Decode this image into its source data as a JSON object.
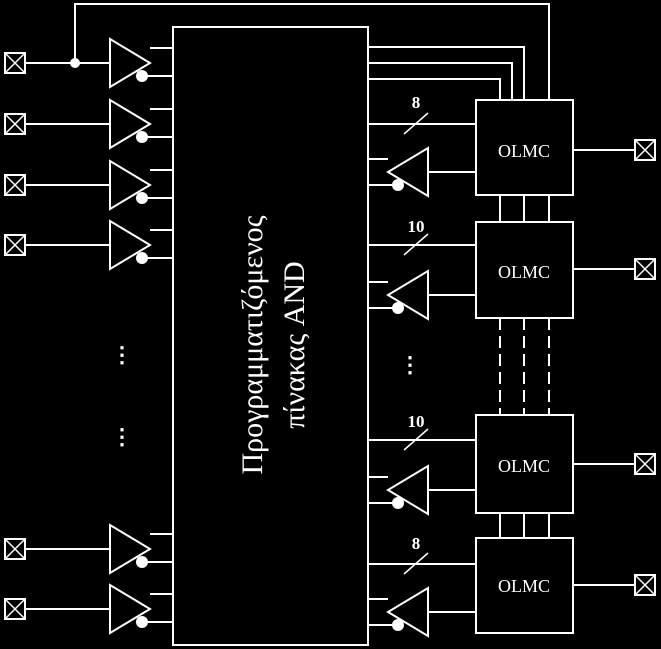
{
  "diagram": {
    "and_array_label_line1": "Προγραμματιζόμενος",
    "and_array_label_line2": "πίνακας AND",
    "olmc_labels": [
      "OLMC",
      "OLMC",
      "OLMC",
      "OLMC"
    ],
    "bus_widths": [
      "8",
      "10",
      "10",
      "8"
    ],
    "ellipsis": "⋮"
  },
  "colors": {
    "background": "#000000",
    "foreground": "#ffffff"
  }
}
